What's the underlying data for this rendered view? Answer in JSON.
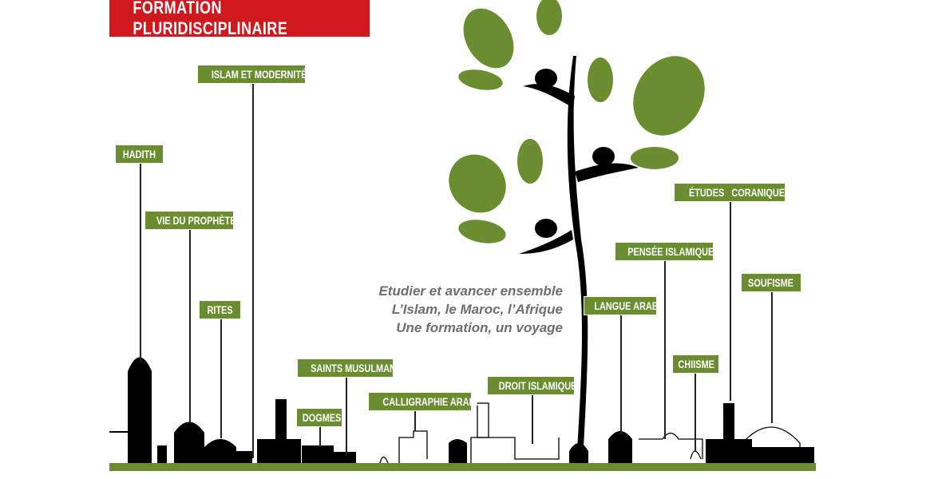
{
  "title": "FORMATION PLURIDISCIPLINAIRE",
  "slogan": [
    "Etudier et avancer ensemble",
    "L’Islam, le Maroc, l’Afrique",
    "Une formation, un voyage"
  ],
  "disciplines": [
    "HADITH",
    "VIE DU PROPHÈTE",
    "RITES",
    "ISLAM ET MODERNITÉ",
    "SAINTS MUSULMANS",
    "DOGMES",
    "CALLIGRAPHIE ARABE",
    "DROIT ISLAMIQUE",
    "LANGUE ARABE",
    "PENSÉE ISLAMIQUE",
    "ÉTUDES   CORANIQUES",
    "SOUFISME",
    "CHIISME"
  ],
  "colors": {
    "title_bg": "#d0181f",
    "label_bg": "#6a8e2f",
    "leaf": "#6a8e2f",
    "silhouette": "#000000"
  }
}
